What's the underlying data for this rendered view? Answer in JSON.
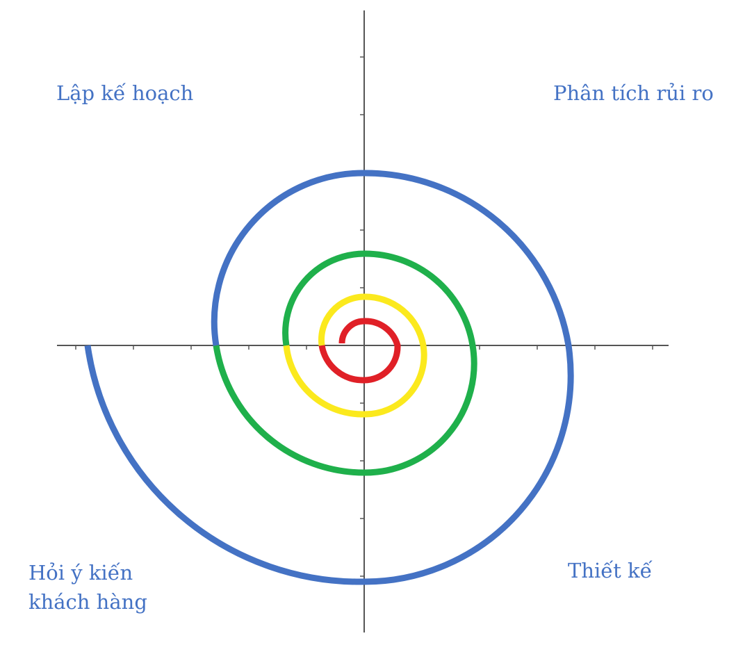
{
  "labels": {
    "top_left": "Lập kế hoạch",
    "top_right": "Phân tích rủi ro",
    "bottom_left_line1": "Hỏi ý kiến",
    "bottom_left_line2": "khách hàng",
    "bottom_right": "Thiết kế"
  },
  "colors": {
    "label_text": "#4472c4",
    "axis": "#555555",
    "spiral_turns": [
      "#e02027",
      "#fbe91d",
      "#1fb04b",
      "#4472c4"
    ]
  }
}
